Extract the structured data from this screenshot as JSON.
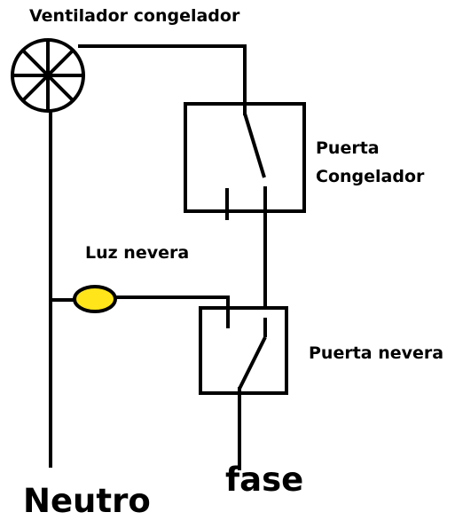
{
  "labels": {
    "fan": "Ventilador congelador",
    "freezer_door_line1": "Puerta",
    "freezer_door_line2": "Congelador",
    "light": "Luz nevera",
    "fridge_door": "Puerta nevera",
    "neutral": "Neutro",
    "phase": "fase"
  },
  "colors": {
    "wire": "#000000",
    "lamp_fill": "#ffe51a",
    "background": "#ffffff"
  },
  "icons": {
    "fan": "fan-icon",
    "lamp": "lamp-icon",
    "switch": "switch-icon"
  }
}
